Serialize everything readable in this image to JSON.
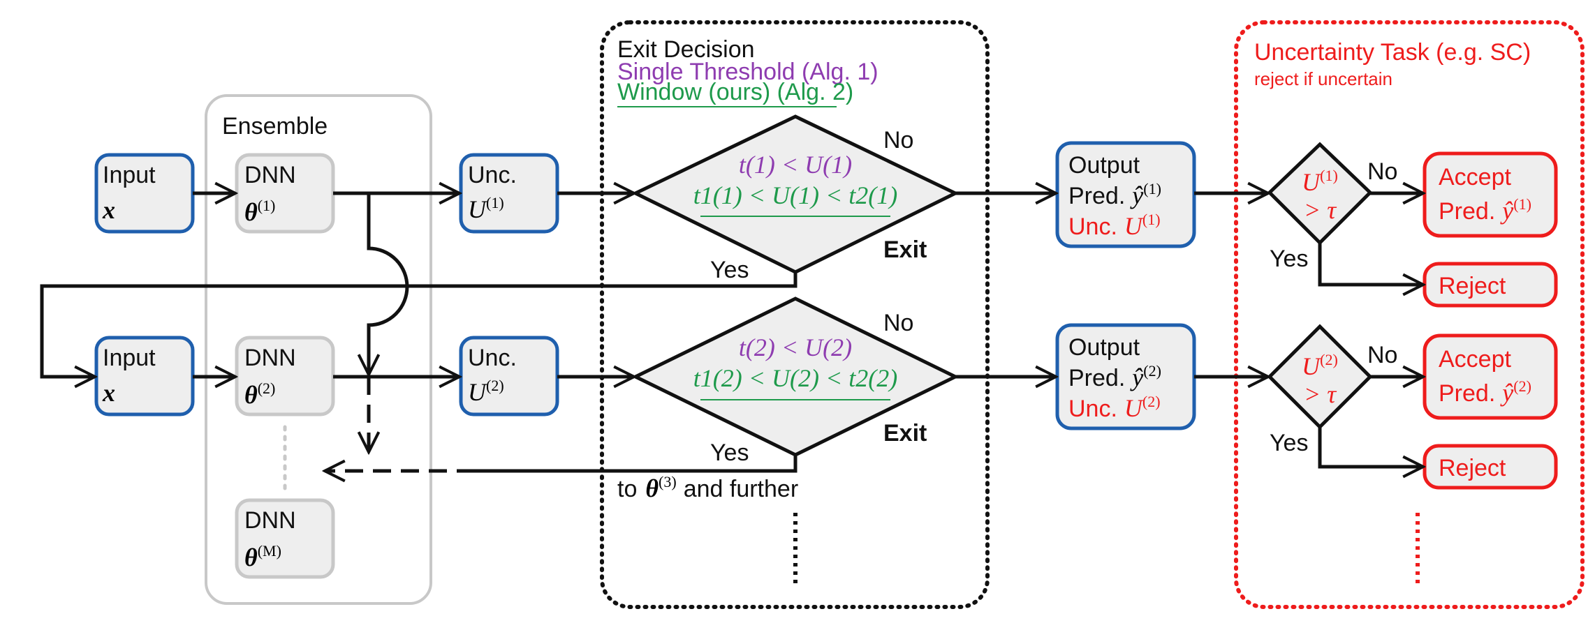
{
  "ensemble": {
    "title": "Ensemble",
    "dnn_label": "DNN",
    "theta": "θ",
    "theta_sup_1": "(1)",
    "theta_sup_2": "(2)",
    "theta_sup_m": "(M)"
  },
  "input": {
    "label": "Input",
    "var": "x"
  },
  "unc": {
    "label": "Unc.",
    "var": "U",
    "sup_1": "(1)",
    "sup_2": "(2)"
  },
  "exit_decision": {
    "title": "Exit Decision",
    "single_threshold": "Single Threshold (Alg. 1)",
    "window": "Window (ours) (Alg. 2)",
    "no": "No",
    "yes": "Yes",
    "exit": "Exit",
    "cond1_single": "t(1) < U(1)",
    "cond1_window": "t1(1) < U(1) < t2(1)",
    "cond2_single": "t(2) < U(2)",
    "cond2_window": "t1(2) < U(2) < t2(2)",
    "further_prefix": "to",
    "further_suffix": "and further",
    "further_sup": "(3)"
  },
  "output": {
    "line1": "Output",
    "line2": "Pred.",
    "line3": "Unc.",
    "yhat": "ŷ"
  },
  "uncertainty_task": {
    "title": "Uncertainty Task (e.g. SC)",
    "subtitle": "reject if uncertain",
    "no": "No",
    "yes": "Yes",
    "accept": "Accept",
    "accept_pred": "Pred.",
    "reject": "Reject",
    "cond_gt": "> τ"
  },
  "colors": {
    "blue": "#1f5fad",
    "gray_border": "#c8c8c8",
    "red": "#ee1c1c",
    "purple": "#8e3cb0",
    "green": "#1e9a4b",
    "fill": "#eeeeee"
  }
}
